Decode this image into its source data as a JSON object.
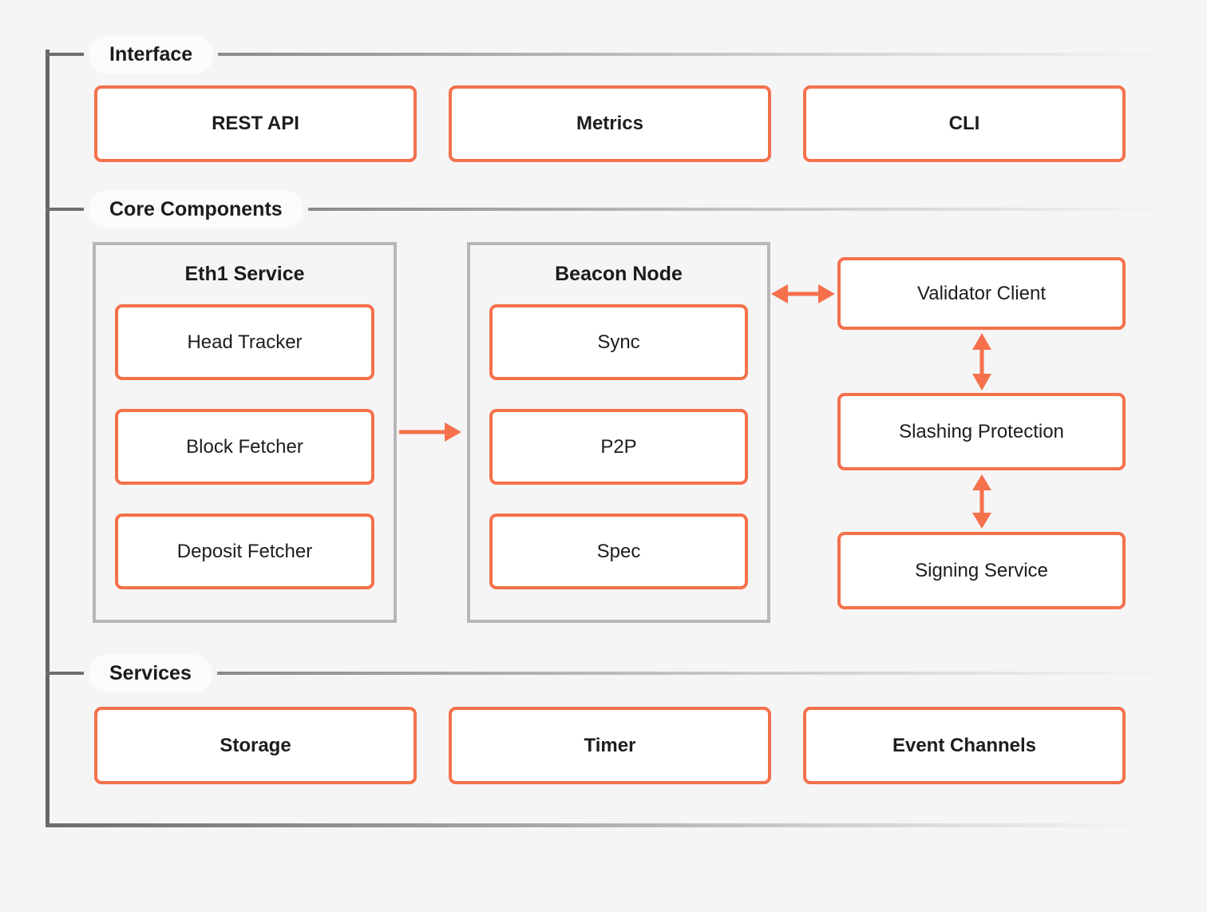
{
  "colors": {
    "background": "#f5f5f6",
    "accent_orange": "#f5714c",
    "container_border": "#b7b7b7",
    "bracket_gray": "#676767",
    "text": "#1d1d1f",
    "node_fill": "#ffffff"
  },
  "sections": {
    "interface": {
      "label": "Interface",
      "boxes": [
        "REST API",
        "Metrics",
        "CLI"
      ]
    },
    "core": {
      "label": "Core Components",
      "eth1_service": {
        "title": "Eth1 Service",
        "items": [
          "Head Tracker",
          "Block Fetcher",
          "Deposit Fetcher"
        ]
      },
      "beacon_node": {
        "title": "Beacon Node",
        "items": [
          "Sync",
          "P2P",
          "Spec"
        ]
      },
      "validator_chain": [
        "Validator Client",
        "Slashing Protection",
        "Signing Service"
      ]
    },
    "services": {
      "label": "Services",
      "boxes": [
        "Storage",
        "Timer",
        "Event Channels"
      ]
    }
  }
}
